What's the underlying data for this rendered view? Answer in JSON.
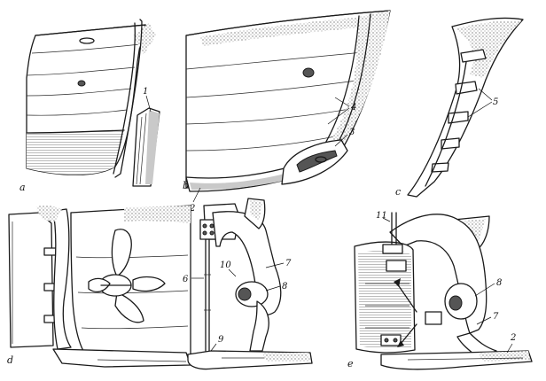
{
  "panels": [
    {
      "id": "a",
      "letter": "a"
    },
    {
      "id": "b",
      "letter": "b"
    },
    {
      "id": "c",
      "letter": "c"
    },
    {
      "id": "d",
      "letter": "d"
    },
    {
      "id": "e_left",
      "letter": ""
    },
    {
      "id": "e",
      "letter": "e"
    }
  ],
  "callouts": {
    "a_1": "1",
    "b_2": "2",
    "b_3": "3",
    "b_4": "4",
    "c_5": "5",
    "m_6": "6",
    "m_7": "7",
    "m_8": "8",
    "m_9": "9",
    "m_10": "10",
    "e_11": "11",
    "e_8": "8",
    "e_7": "7",
    "e_2": "2"
  }
}
